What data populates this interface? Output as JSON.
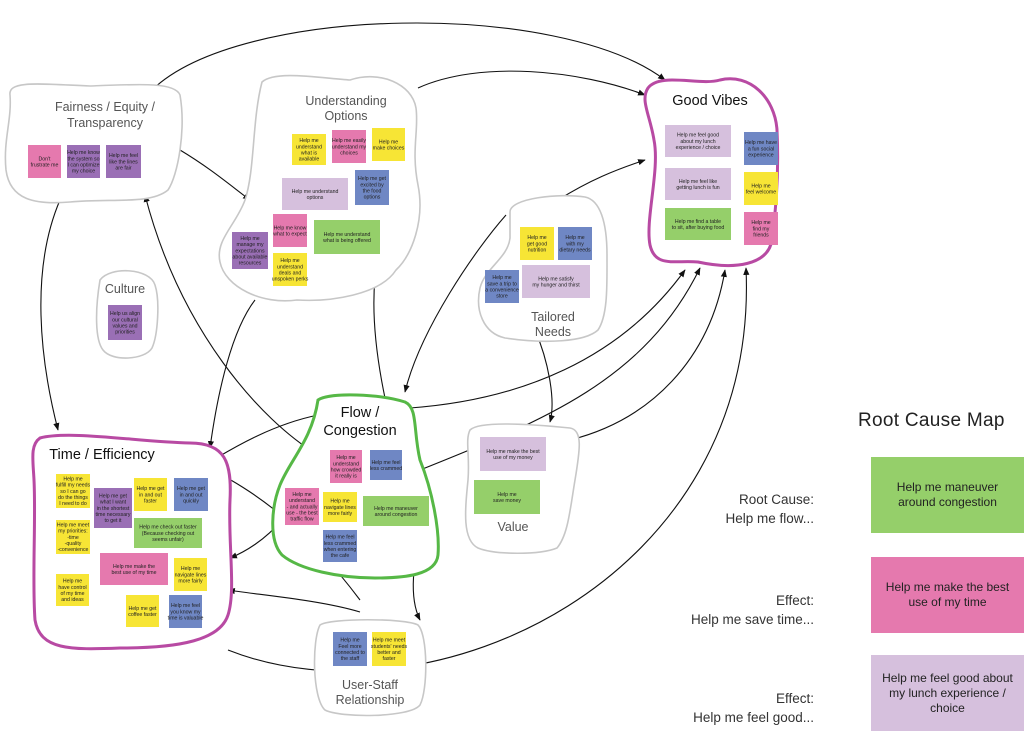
{
  "clusters": [
    {
      "id": "fairness",
      "title_lines": [
        "Fairness / Equity /",
        "Transparency"
      ],
      "border": "#c7c7c7"
    },
    {
      "id": "understanding",
      "title_lines": [
        "Understanding",
        "Options"
      ],
      "border": "#c7c7c7"
    },
    {
      "id": "good-vibes",
      "title_lines": [
        "Good Vibes"
      ],
      "border": "#b84aa3"
    },
    {
      "id": "culture",
      "title_lines": [
        "Culture"
      ],
      "border": "#c7c7c7"
    },
    {
      "id": "tailored",
      "title_lines": [
        "Tailored",
        "Needs"
      ],
      "border": "#c7c7c7"
    },
    {
      "id": "flow",
      "title_lines": [
        "Flow /",
        "Congestion"
      ],
      "border": "#56b846"
    },
    {
      "id": "value",
      "title_lines": [
        "Value"
      ],
      "border": "#c7c7c7"
    },
    {
      "id": "time",
      "title_lines": [
        "Time / Efficiency"
      ],
      "border": "#b84aa3"
    },
    {
      "id": "user-staff",
      "title_lines": [
        "User-Staff",
        "Relationship"
      ],
      "border": "#c7c7c7"
    }
  ],
  "colors": {
    "yellow": "#f7e535",
    "pink": "#e579ae",
    "purple": "#9a6fb5",
    "blue": "#6f87c4",
    "green": "#95cf6a",
    "lavender": "#d6c0dd"
  },
  "notes": [
    {
      "cluster": "fairness",
      "color": "pink",
      "lines": [
        "Don't",
        "frustrate me"
      ]
    },
    {
      "cluster": "fairness",
      "color": "purple",
      "lines": [
        "Help me know",
        "the system so",
        "I can optimize",
        "my choice"
      ]
    },
    {
      "cluster": "fairness",
      "color": "purple",
      "lines": [
        "Help me feel",
        "like the lines",
        "are fair"
      ]
    },
    {
      "cluster": "understanding",
      "color": "yellow",
      "lines": [
        "Help me",
        "understand",
        "what is",
        "available"
      ]
    },
    {
      "cluster": "understanding",
      "color": "pink",
      "lines": [
        "Help me easily",
        "understand my",
        "choices"
      ]
    },
    {
      "cluster": "understanding",
      "color": "yellow",
      "lines": [
        "Help me",
        "make choices"
      ]
    },
    {
      "cluster": "understanding",
      "color": "lavender",
      "lines": [
        "Help me understand",
        "options"
      ]
    },
    {
      "cluster": "understanding",
      "color": "blue",
      "lines": [
        "Help me get",
        "excited by",
        "the food",
        "options"
      ]
    },
    {
      "cluster": "understanding",
      "color": "pink",
      "lines": [
        "Help me know",
        "what to expect"
      ]
    },
    {
      "cluster": "understanding",
      "color": "green",
      "lines": [
        "Help me understand",
        "what is being offered"
      ]
    },
    {
      "cluster": "understanding",
      "color": "purple",
      "lines": [
        "Help me",
        "manage my",
        "expectations",
        "about available",
        "resources"
      ]
    },
    {
      "cluster": "understanding",
      "color": "yellow",
      "lines": [
        "Help me",
        "understand",
        "deals and",
        "unspoken perks"
      ]
    },
    {
      "cluster": "good-vibes",
      "color": "lavender",
      "lines": [
        "Help me feel good",
        "about my lunch",
        "experience / choice"
      ]
    },
    {
      "cluster": "good-vibes",
      "color": "blue",
      "lines": [
        "Help me have",
        "a fun social",
        "experience"
      ]
    },
    {
      "cluster": "good-vibes",
      "color": "lavender",
      "lines": [
        "Help me feel like",
        "getting lunch is fun"
      ]
    },
    {
      "cluster": "good-vibes",
      "color": "yellow",
      "lines": [
        "Help me",
        "feel welcome"
      ]
    },
    {
      "cluster": "good-vibes",
      "color": "green",
      "lines": [
        "Help me find a table",
        "to sit, after buying food"
      ]
    },
    {
      "cluster": "good-vibes",
      "color": "pink",
      "lines": [
        "Help me",
        "find my",
        "friends"
      ]
    },
    {
      "cluster": "culture",
      "color": "purple",
      "lines": [
        "Help us align",
        "our cultural",
        "values and",
        "priorities"
      ]
    },
    {
      "cluster": "tailored",
      "color": "yellow",
      "lines": [
        "Help me",
        "get good",
        "nutrition"
      ]
    },
    {
      "cluster": "tailored",
      "color": "blue",
      "lines": [
        "Help me",
        "with my",
        "dietary needs"
      ]
    },
    {
      "cluster": "tailored",
      "color": "blue",
      "lines": [
        "Help me",
        "save a trip to",
        "a convenience",
        "store"
      ]
    },
    {
      "cluster": "tailored",
      "color": "lavender",
      "lines": [
        "Help me satisfy",
        "my hunger and thirst"
      ]
    },
    {
      "cluster": "flow",
      "color": "pink",
      "lines": [
        "Help me",
        "understand",
        "how crowded",
        "it really is"
      ]
    },
    {
      "cluster": "flow",
      "color": "blue",
      "lines": [
        "Help me feel",
        "less crammed"
      ]
    },
    {
      "cluster": "flow",
      "color": "pink",
      "lines": [
        "Help me",
        "understand",
        "- and actually",
        "use - the best",
        "traffic flow"
      ]
    },
    {
      "cluster": "flow",
      "color": "yellow",
      "lines": [
        "Help me",
        "navigate lines",
        "more fairly"
      ]
    },
    {
      "cluster": "flow",
      "color": "green",
      "lines": [
        "Help me maneuver",
        "around congestion"
      ]
    },
    {
      "cluster": "flow",
      "color": "blue",
      "lines": [
        "Help me feel",
        "less crammed",
        "when entering",
        "the cafe"
      ]
    },
    {
      "cluster": "value",
      "color": "lavender",
      "lines": [
        "Help me make the best",
        "use of my money"
      ]
    },
    {
      "cluster": "value",
      "color": "green",
      "lines": [
        "Help me",
        "save money"
      ]
    },
    {
      "cluster": "time",
      "color": "yellow",
      "lines": [
        "Help me",
        "fulfill my needs",
        "so I can go",
        "do the things",
        "I need to do"
      ]
    },
    {
      "cluster": "time",
      "color": "purple",
      "lines": [
        "Help me get",
        "what I want",
        "in the shortest",
        "time necessary",
        "to get it"
      ]
    },
    {
      "cluster": "time",
      "color": "yellow",
      "lines": [
        "Help me get",
        "in and out",
        "faster"
      ]
    },
    {
      "cluster": "time",
      "color": "blue",
      "lines": [
        "Help me get",
        "in and out",
        "quickly"
      ]
    },
    {
      "cluster": "time",
      "color": "yellow",
      "lines": [
        "Help me meet",
        "my priorities:",
        "-time",
        "-quality",
        "-convenience"
      ]
    },
    {
      "cluster": "time",
      "color": "green",
      "lines": [
        "Help me check out faster",
        "(Because checking out",
        "seems unfair)"
      ]
    },
    {
      "cluster": "time",
      "color": "pink",
      "lines": [
        "Help me make the",
        "best use of my time"
      ]
    },
    {
      "cluster": "time",
      "color": "yellow",
      "lines": [
        "Help me",
        "navigate lines",
        "more fairly"
      ]
    },
    {
      "cluster": "time",
      "color": "yellow",
      "lines": [
        "Help me",
        "have control",
        "of my time",
        "and ideas"
      ]
    },
    {
      "cluster": "time",
      "color": "yellow",
      "lines": [
        "Help me get",
        "coffee faster"
      ]
    },
    {
      "cluster": "time",
      "color": "blue",
      "lines": [
        "Help me feel",
        "you know my",
        "time is valuable"
      ]
    },
    {
      "cluster": "user-staff",
      "color": "blue",
      "lines": [
        "Help me",
        "Feel more",
        "connected to",
        "the staff"
      ]
    },
    {
      "cluster": "user-staff",
      "color": "yellow",
      "lines": [
        "Help me meet",
        "students' needs",
        "better and",
        "faster"
      ]
    }
  ],
  "legend": {
    "title": "Root Cause Map",
    "entries": [
      {
        "label_lines": [
          "Root Cause:",
          "Help me flow..."
        ],
        "box_text": "Help me maneuver around congestion",
        "color": "#95cf6a"
      },
      {
        "label_lines": [
          "Effect:",
          "Help me save time..."
        ],
        "box_text": "Help me make the best use of my time",
        "color": "#e579ae"
      },
      {
        "label_lines": [
          "Effect:",
          "Help me feel good..."
        ],
        "box_text": "Help me feel good about my lunch experience / choice",
        "color": "#d6c0dd"
      }
    ]
  }
}
